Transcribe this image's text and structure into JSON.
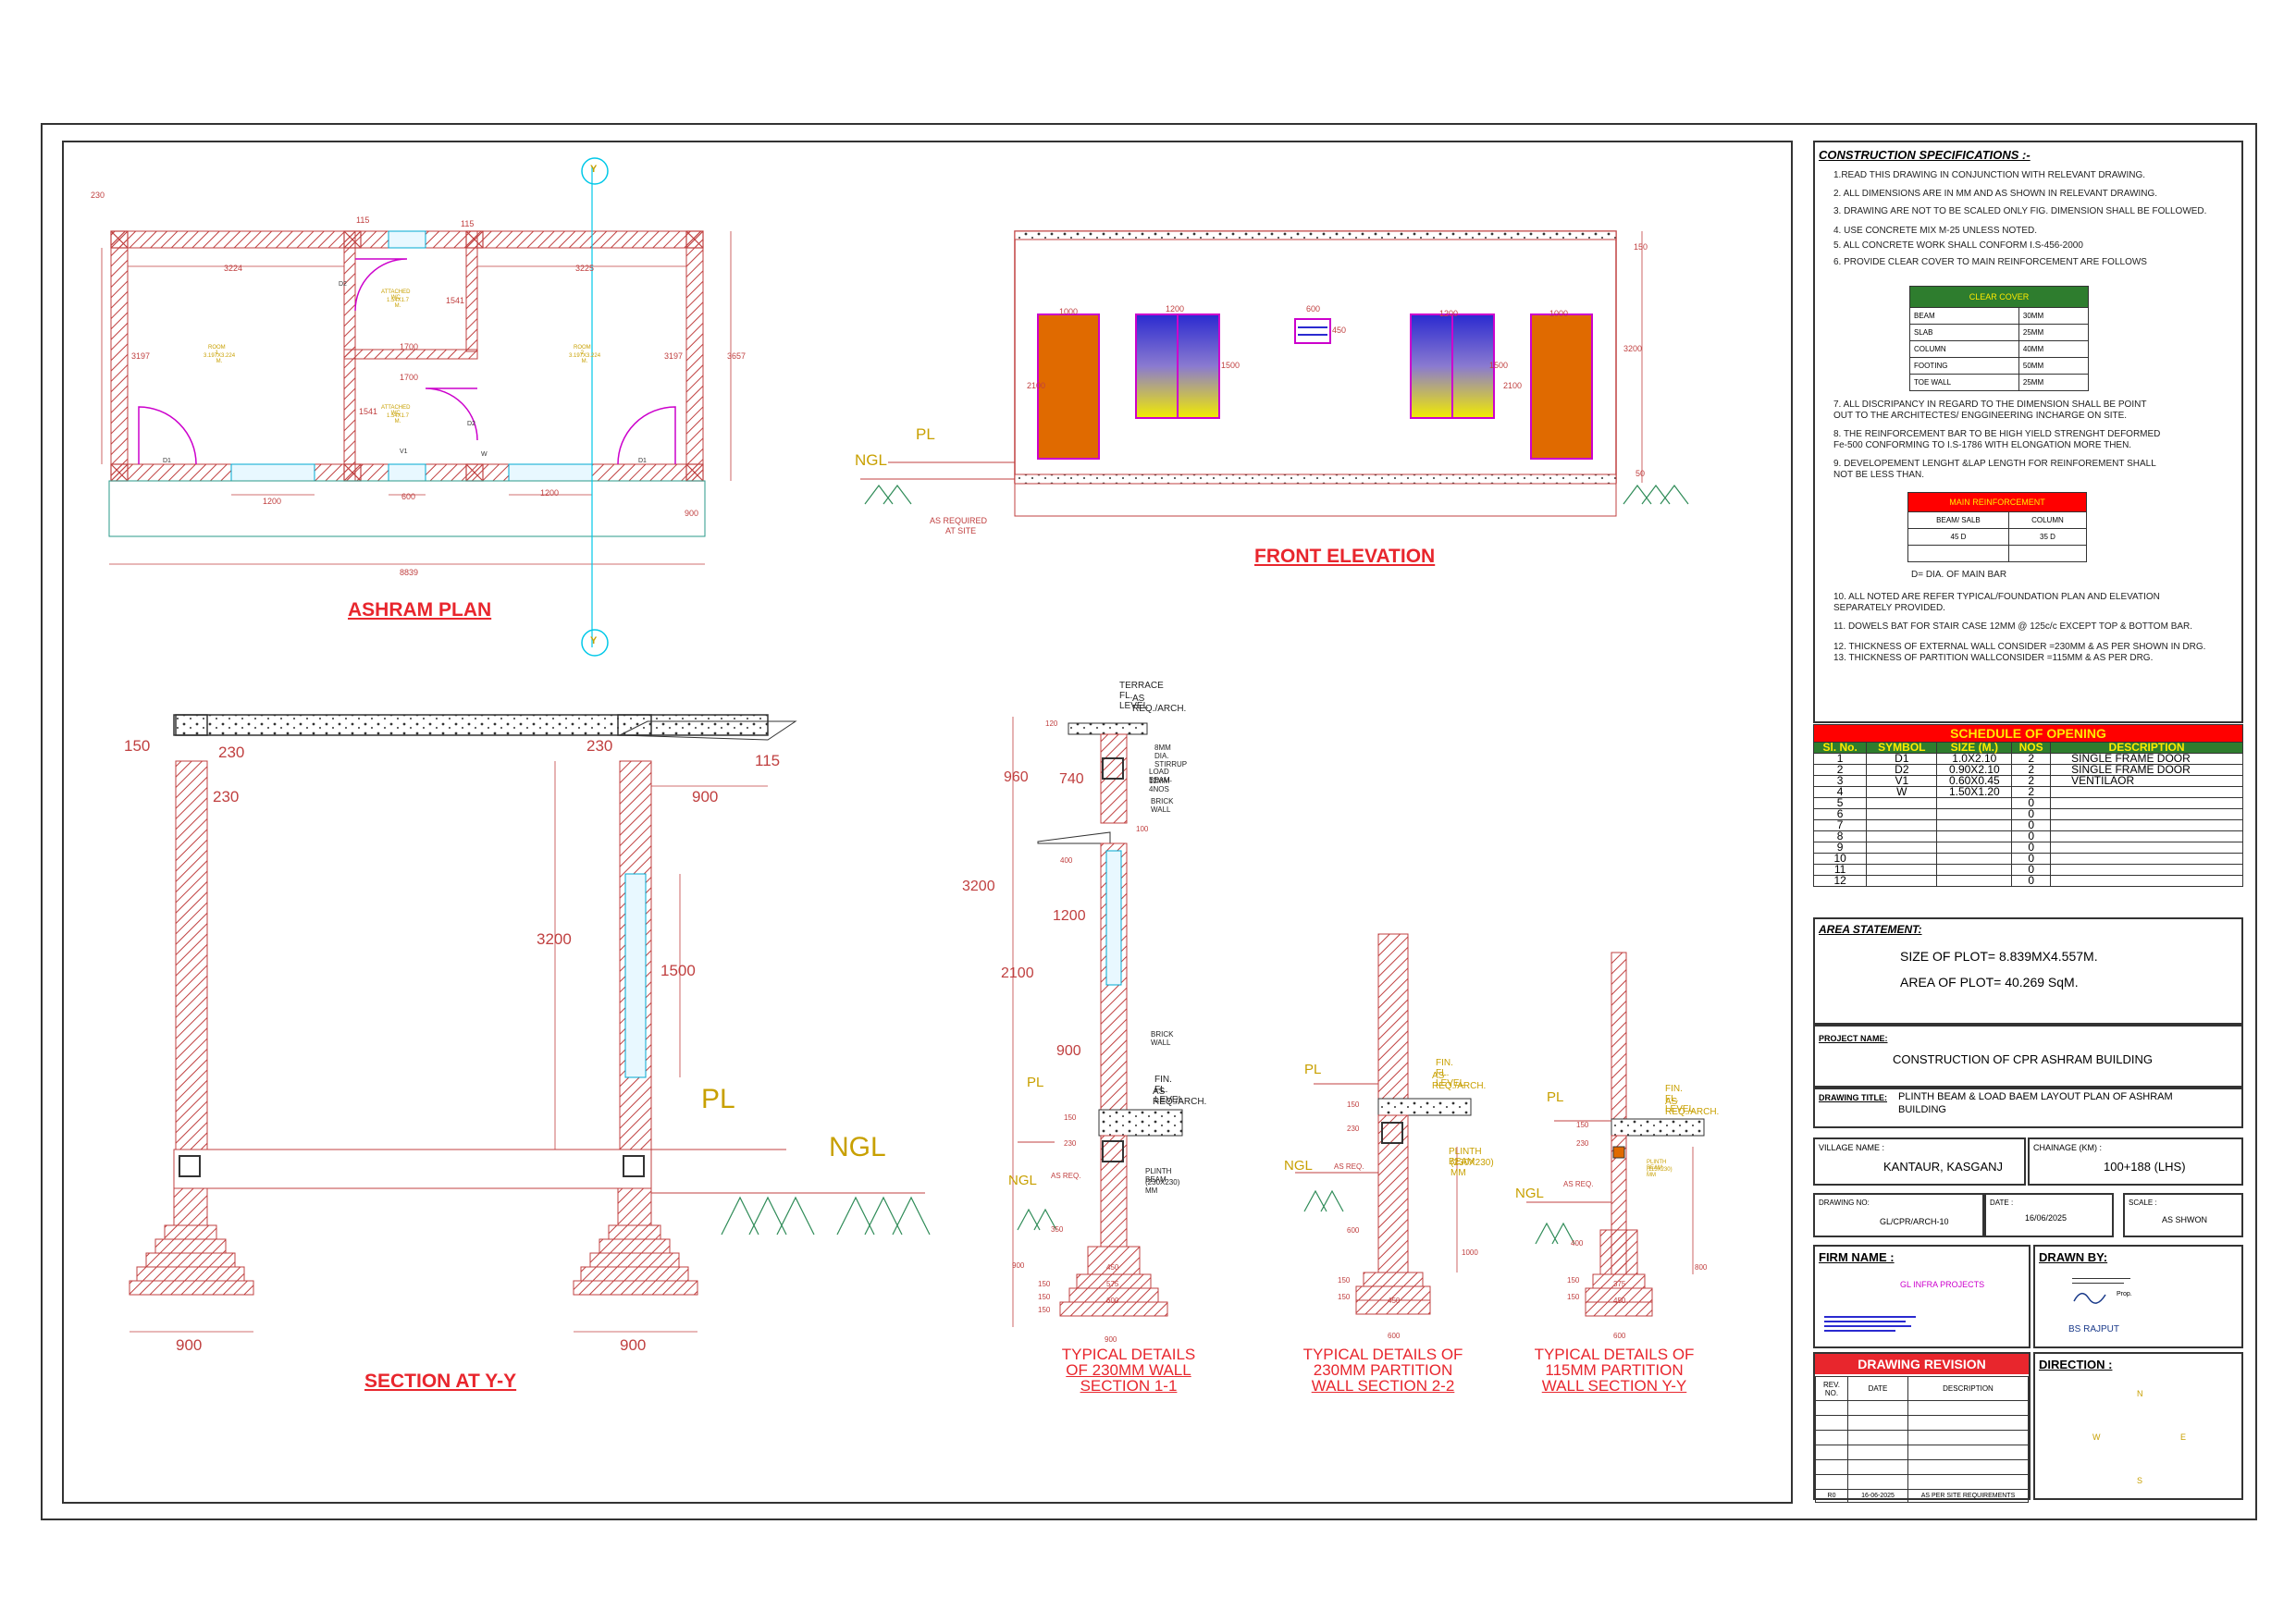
{
  "drawing": {
    "plan": {
      "title": "ASHRAM PLAN",
      "dims": {
        "top_left": "230",
        "w115a": "115",
        "w115b": "115",
        "room1_w": "3224",
        "room2_w": "3225",
        "left_h": "3197",
        "right_h": "3197",
        "overall_h": "3657",
        "bath_h1": "1541",
        "bath_h2": "1541",
        "bath_w1": "1700",
        "bath_w2": "1700",
        "win1": "1200",
        "win2": "600",
        "win3": "1200",
        "bottom_900": "900",
        "overall_w": "8839"
      },
      "rooms": {
        "room1": "ROOM 1",
        "room1_size": "3.197X3.224 M.",
        "room2": "ROOM 2",
        "room2_size": "3.197X3.224 M.",
        "bath1": "ATTACHED WC",
        "bath1_size": "1.54X1.7 M.",
        "bath2": "ATTACHED WC",
        "bath2_size": "1.54X1.7 M."
      },
      "marks": {
        "d1a": "D1",
        "d1b": "D1",
        "d2a": "D2",
        "d2b": "D2",
        "v1": "V1",
        "w": "W"
      },
      "section_mark": "Y"
    },
    "elevation": {
      "title": "FRONT ELEVATION",
      "dims": {
        "top150": "150",
        "h3200": "3200",
        "h2100a": "2100",
        "h2100b": "2100",
        "h1500a": "1500",
        "h1500b": "1500",
        "w1000a": "1000",
        "w1200a": "1200",
        "w600": "600",
        "w1200b": "1200",
        "w1000b": "1000",
        "v450": "450",
        "b50": "50"
      },
      "pl": "PL",
      "ngl": "NGL",
      "note": "AS REQUIRED",
      "note2": "AT SITE"
    },
    "section": {
      "title": "SECTION AT Y-Y",
      "dims": {
        "d150": "150",
        "d230a": "230",
        "d230b": "230",
        "d230c": "230",
        "d115": "115",
        "d900a": "900",
        "d3200": "3200",
        "d1500": "1500",
        "f900a": "900",
        "f900b": "900"
      },
      "pl": "PL",
      "ngl": "NGL"
    },
    "detail1": {
      "title1": "TYPICAL DETAILS",
      "title2": "OF 230MM WALL",
      "title3": "SECTION 1-1",
      "terrace": "TERRACE FL. LEVEL",
      "terrace2": "AS REQ./ARCH.",
      "stirrup": "8MM DIA. STIRRUP",
      "loadbeam": "LOAD BEAM",
      "loadbeam2": "12MM- 4NOS",
      "brick1": "BRICK WALL",
      "brick2": "BRICK WALL",
      "fin": "FIN. FL. LEVEL",
      "fin2": "AS REQ./ARCH.",
      "plinth": "PLINTH BEAM",
      "plinth2": "(230X230) MM",
      "pl": "PL",
      "ngl": "NGL",
      "asreq": "AS REQ.",
      "dims": {
        "d960": "960",
        "d740": "740",
        "d3200": "3200",
        "d1200": "1200",
        "d2100": "2100",
        "d900": "900",
        "d150a": "150",
        "d230": "230",
        "d350": "350",
        "d900b": "900",
        "d150b": "150",
        "d150c": "150",
        "d150d": "150",
        "d450": "450",
        "d575": "575",
        "d600": "600",
        "d900c": "900",
        "d100": "100",
        "d400": "400",
        "d120": "120"
      }
    },
    "detail2": {
      "title1": "TYPICAL DETAILS OF",
      "title2": "230MM PARTITION",
      "title3": "WALL SECTION 2-2",
      "fin": "FIN. FL. LEVEL",
      "fin2": "AS REQ./ARCH.",
      "plinth": "PLINTH BEAM",
      "plinth2": "(230X230) MM",
      "pl": "PL",
      "ngl": "NGL",
      "asreq": "AS REQ.",
      "dims": {
        "d150": "150",
        "d230": "230",
        "d600": "600",
        "d1000": "1000",
        "d150b": "150",
        "d150c": "150",
        "d450": "450",
        "d600b": "600"
      }
    },
    "detail3": {
      "title1": "TYPICAL DETAILS OF",
      "title2": "115MM PARTITION",
      "title3": "WALL SECTION Y-Y",
      "fin": "FIN. FL. LEVEL",
      "fin2": "AS REQ./ARCH.",
      "plinth": "PLINTH BEAM",
      "plinth2": "(115X230) MM",
      "pl": "PL",
      "ngl": "NGL",
      "asreq": "AS REQ.",
      "dims": {
        "d150": "150",
        "d230": "230",
        "d400": "400",
        "d800": "800",
        "d150b": "150",
        "d150c": "150",
        "d375": "375",
        "d450": "450",
        "d600": "600"
      }
    }
  },
  "specs": {
    "title": "CONSTRUCTION SPECIFICATIONS :-",
    "lines": [
      "1.READ THIS DRAWING IN CONJUNCTION WITH RELEVANT DRAWING.",
      "2.  ALL DIMENSIONS ARE IN MM AND AS SHOWN IN RELEVANT DRAWING.",
      "3.  DRAWING ARE NOT TO BE SCALED ONLY FIG. DIMENSION SHALL BE FOLLOWED.",
      "4.  USE CONCRETE MIX M-25 UNLESS NOTED.",
      "5.  ALL CONCRETE WORK SHALL CONFORM I.S-456-2000",
      "6.  PROVIDE CLEAR COVER TO MAIN REINFORCEMENT ARE FOLLOWS"
    ],
    "clear_cover": {
      "title": "CLEAR COVER",
      "rows": [
        [
          "BEAM",
          "30MM"
        ],
        [
          "SLAB",
          "25MM"
        ],
        [
          "COLUMN",
          "40MM"
        ],
        [
          "FOOTING",
          "50MM"
        ],
        [
          "TOE WALL",
          "25MM"
        ]
      ]
    },
    "lines2": [
      "7.  ALL DISCRIPANCY IN REGARD TO THE DIMENSION SHALL BE POINT",
      "     OUT TO THE ARCHITECTES/ ENGGINEERING INCHARGE ON SITE.",
      "8.  THE REINFORCEMENT BAR TO BE HIGH YIELD STRENGHT DEFORMED",
      "     Fe-500 CONFORMING TO I.S-1786 WITH ELONGATION MORE THEN.",
      "9.  DEVELOPEMENT LENGHT &LAP LENGTH FOR REINFOREMENT SHALL",
      "     NOT BE LESS THAN."
    ],
    "main_reinf": {
      "title": "MAIN REINFORCEMENT",
      "head": [
        "BEAM/ SALB",
        "COLUMN"
      ],
      "vals": [
        "45 D",
        "35 D"
      ]
    },
    "dia_note": "D= DIA. OF MAIN BAR",
    "lines3": [
      "10. ALL NOTED ARE REFER TYPICAL/FOUNDATION PLAN AND ELEVATION",
      "      SEPARATELY PROVIDED.",
      "11. DOWELS BAT FOR STAIR CASE 12MM @ 125c/c EXCEPT TOP & BOTTOM BAR.",
      "12. THICKNESS OF EXTERNAL WALL CONSIDER =230MM & AS PER SHOWN IN DRG.",
      "13. THICKNESS OF PARTITION WALLCONSIDER =115MM & AS PER DRG."
    ]
  },
  "schedule": {
    "title": "SCHEDULE OF OPENING",
    "headers": [
      "Sl. No.",
      "SYMBOL",
      "SIZE (M.)",
      "NOS",
      "DESCRIPTION"
    ],
    "rows": [
      [
        "1",
        "D1",
        "1.0X2.10",
        "2",
        "SINGLE FRAME DOOR"
      ],
      [
        "2",
        "D2",
        "0.90X2.10",
        "2",
        "SINGLE FRAME DOOR"
      ],
      [
        "3",
        "V1",
        "0.60X0.45",
        "2",
        "VENTILAOR"
      ],
      [
        "4",
        "W",
        "1.50X1.20",
        "2",
        ""
      ],
      [
        "5",
        "",
        "",
        "0",
        ""
      ],
      [
        "6",
        "",
        "",
        "0",
        ""
      ],
      [
        "7",
        "",
        "",
        "0",
        ""
      ],
      [
        "8",
        "",
        "",
        "0",
        ""
      ],
      [
        "9",
        "",
        "",
        "0",
        ""
      ],
      [
        "10",
        "",
        "",
        "0",
        ""
      ],
      [
        "11",
        "",
        "",
        "0",
        ""
      ],
      [
        "12",
        "",
        "",
        "0",
        ""
      ]
    ]
  },
  "area": {
    "title": "AREA STATEMENT:",
    "size": "SIZE OF PLOT= 8.839MX4.557M.",
    "area": "AREA OF PLOT= 40.269 SqM."
  },
  "project": {
    "label": "PROJECT NAME:",
    "name": "CONSTRUCTION OF CPR ASHRAM BUILDING"
  },
  "drawing_title": {
    "label": "DRAWING TITLE:",
    "line1": "PLINTH BEAM & LOAD BAEM LAYOUT PLAN OF ASHRAM",
    "line2": "BUILDING"
  },
  "village": {
    "label": "VILLAGE NAME :",
    "value": "KANTAUR, KASGANJ"
  },
  "chainage": {
    "label": "CHAINAGE (KM) :",
    "value": "100+188 (LHS)"
  },
  "drawing_no": {
    "label": "DRAWING NO:",
    "value": "GL/CPR/ARCH-10"
  },
  "date": {
    "label": "DATE :",
    "value": "16/06/2025"
  },
  "scale": {
    "label": "SCALE :",
    "value": "AS SHWON"
  },
  "firm": {
    "label": "FIRM NAME :",
    "name": "GL INFRA PROJECTS"
  },
  "drawn": {
    "label": "DRAWN BY:",
    "name": "BS RAJPUT",
    "stamp": "Prop."
  },
  "revision": {
    "title": "DRAWING REVISION",
    "headers": [
      "REV. NO.",
      "DATE",
      "DESCRIPTION"
    ],
    "row": [
      "R0",
      "16-06-2025",
      "AS PER SITE REQUIREMENTS"
    ]
  },
  "direction": {
    "label": "DIRECTION :",
    "n": "N",
    "s": "S",
    "e": "E",
    "w": "W"
  },
  "colors": {
    "red": "#e8262d",
    "green": "#2e7d2e",
    "yellow": "#ffea00",
    "hatch": "#c04040",
    "cyan": "#00c8e8",
    "orange": "#e06a00"
  }
}
